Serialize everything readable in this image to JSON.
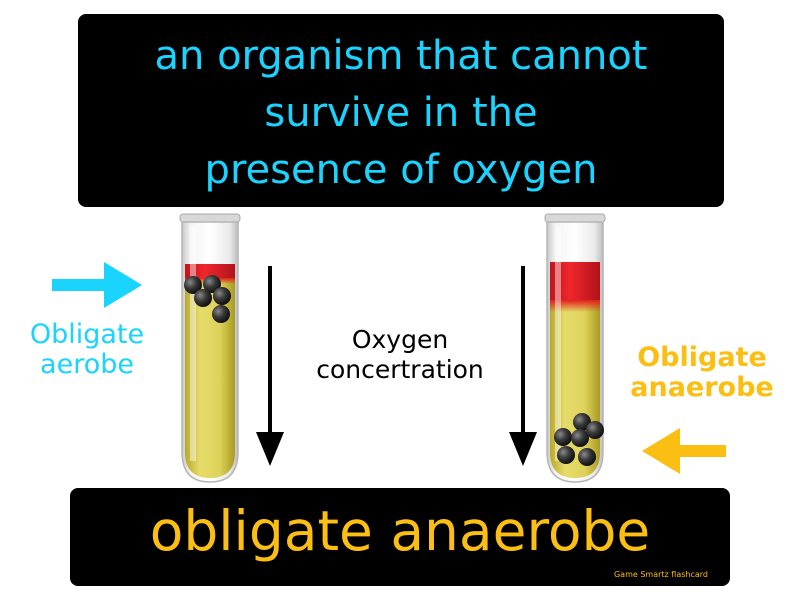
{
  "definition": {
    "lines": [
      "an organism that cannot",
      "survive in the",
      "presence of oxygen"
    ]
  },
  "term": "obligate anaerobe",
  "credit": "Game  Smartz  flashcard",
  "left_tube": {
    "label": [
      "Obligate",
      "aerobe"
    ]
  },
  "right_tube": {
    "label": [
      "Obligate",
      "anaerobe"
    ]
  },
  "gradient_label": [
    "Oxygen",
    "concertration"
  ],
  "colors": {
    "definition_text": "#19d4ff",
    "term_text": "#fbbf14",
    "aerobe": "#19d4ff",
    "anaerobe": "#fbbf14",
    "banner_bg": "#000000",
    "oxygen_layer": "#e41e1e",
    "medium": "#d9cf4a"
  }
}
